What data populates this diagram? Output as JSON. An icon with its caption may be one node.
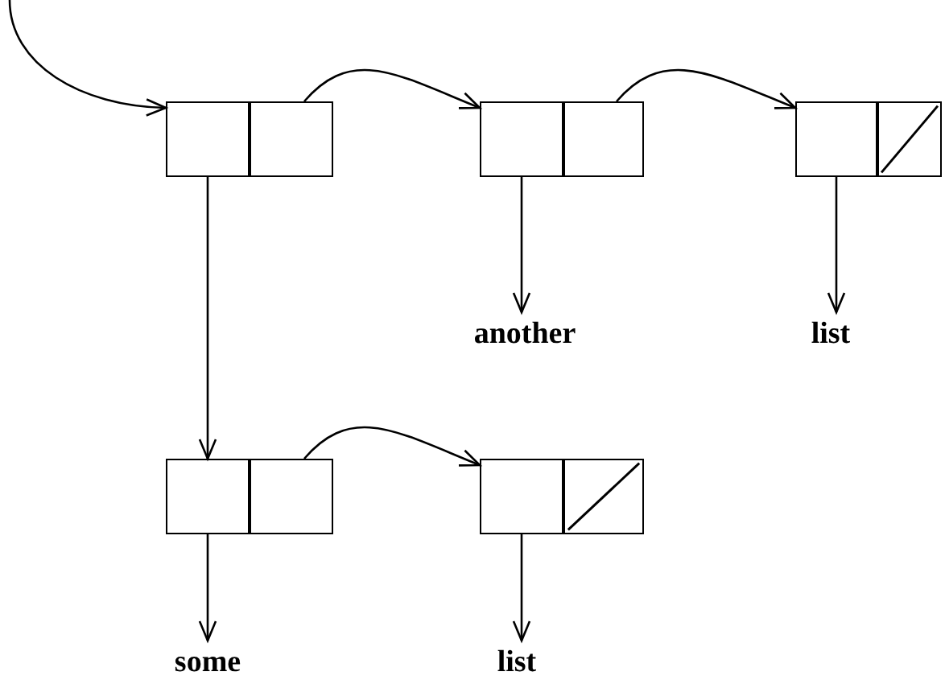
{
  "diagram": {
    "nodes": [
      {
        "text": [],
        "shape": "box"
      },
      {
        "text": [],
        "shape": "box"
      },
      {
        "text": [],
        "shape": "box"
      },
      {
        "text": [],
        "shape": "box"
      },
      {
        "text": [],
        "shape": "box"
      },
      {
        "text": [],
        "shape": "box"
      },
      {
        "text": [
          "another"
        ]
      },
      {
        "text": [
          "list"
        ]
      },
      {
        "text": [],
        "shape": "box"
      },
      {
        "text": [],
        "shape": "box"
      },
      {
        "text": [],
        "shape": "box"
      },
      {
        "text": [],
        "shape": "box"
      },
      {
        "text": [
          "some"
        ]
      },
      {
        "text": [
          "list"
        ]
      }
    ],
    "edges": [
      {
        "from": null,
        "to": 0,
        "arrow": "to"
      },
      {
        "from": 1,
        "to": 2,
        "arrow": "to"
      },
      {
        "from": 3,
        "to": 4,
        "arrow": "to"
      },
      {
        "from": 2,
        "to": 6,
        "arrow": "to"
      },
      {
        "from": 4,
        "to": 7,
        "arrow": "to"
      },
      {
        "from": 0,
        "to": 8,
        "arrow": "to"
      },
      {
        "from": 8,
        "to": 12,
        "arrow": "to"
      },
      {
        "from": 9,
        "to": 10,
        "arrow": "to"
      },
      {
        "from": 10,
        "to": 13,
        "arrow": "to"
      }
    ]
  }
}
